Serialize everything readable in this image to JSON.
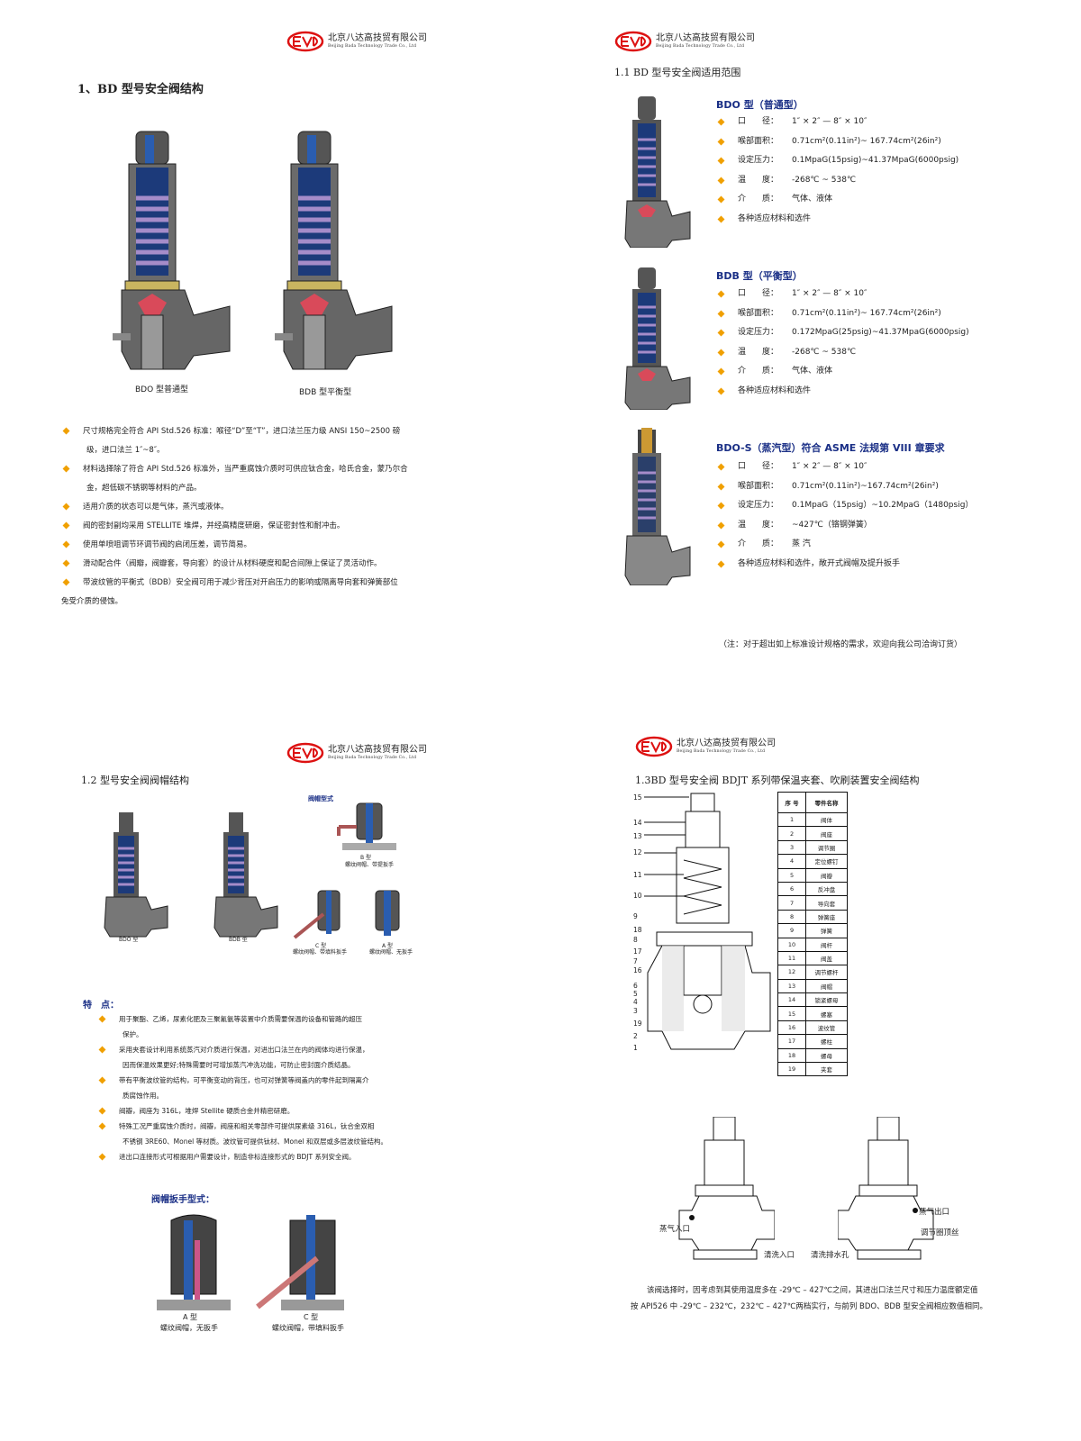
{
  "logo": {
    "cn": "北京八达高技贸有限公司",
    "en": "Beijing Bada Technology Trade Co., Ltd"
  },
  "page1": {
    "title": "1、BD 型号安全阀结构",
    "cap_bdo": "BDO 型普通型",
    "cap_bdb": "BDB 型平衡型",
    "bullets": [
      "尺寸规格完全符合 API Std.526 标准：喉径“D”至“T”，进口法兰压力级 ANSI 150~2500 磅",
      "材料选择除了符合 API Std.526 标准外，当严重腐蚀介质时可供应钛合金，哈氏合金，蒙乃尔合",
      "适用介质的状态可以是气体，蒸汽或液体。",
      "阀的密封副均采用 STELLITE 堆焊，并经高精度研磨，保证密封性和耐冲击。",
      "使用单喷咀调节环调节阀的启闭压差，调节简易。",
      "滑动配合件（阀瓣，阀瓣套，导向套）的设计从材料硬度和配合间隙上保证了灵活动作。",
      "带波纹管的平衡式（BDB）安全阀可用于减少背压对开启压力的影响或隔离导向套和弹簧部位"
    ],
    "cont1": "级，进口法兰 1″~8″。",
    "cont2": "金，超低碳不锈钢等材料的产品。",
    "cont7": "免受介质的侵蚀。"
  },
  "page2": {
    "title": "1.1 BD 型号安全阀适用范围",
    "blocks": [
      {
        "title": "BDO 型（普通型）",
        "rows": [
          {
            "label": "口　　径：",
            "value": "1″ × 2″ — 8″ × 10″"
          },
          {
            "label": "喉部面积：",
            "value": "0.71cm²(0.11in²)~ 167.74cm²(26in²)"
          },
          {
            "label": "设定压力：",
            "value": "0.1MpaG(15psig)~41.37MpaG(6000psig)"
          },
          {
            "label": "温　　度：",
            "value": "-268℃ ~ 538℃"
          },
          {
            "label": "介　　质：",
            "value": "气体、液体"
          },
          {
            "label": "",
            "value": "各种适应材料和选件"
          }
        ]
      },
      {
        "title": "BDB 型（平衡型）",
        "rows": [
          {
            "label": "口　　径：",
            "value": "1″ × 2″ — 8″ × 10″"
          },
          {
            "label": "喉部面积：",
            "value": "0.71cm²(0.11in²)~ 167.74cm²(26in²)"
          },
          {
            "label": "设定压力：",
            "value": "0.172MpaG(25psig)~41.37MpaG(6000psig)"
          },
          {
            "label": "温　　度：",
            "value": "-268℃ ~ 538℃"
          },
          {
            "label": "介　　质：",
            "value": "气体、液体"
          },
          {
            "label": "",
            "value": "各种适应材料和选件"
          }
        ]
      },
      {
        "title": "BDO-S（蒸汽型）符合 ASME 法规第 VIII 章要求",
        "rows": [
          {
            "label": "口　　径：",
            "value": "1″ × 2″ — 8″ × 10″"
          },
          {
            "label": "喉部面积：",
            "value": "0.71cm²(0.11in²)~167.74cm²(26in²)"
          },
          {
            "label": "设定压力：",
            "value": "0.1MpaG（15psig）~10.2MpaG（1480psig）"
          },
          {
            "label": "温　　度：",
            "value": "~427℃（铬钢弹簧）"
          },
          {
            "label": "介　　质：",
            "value": "蒸 汽"
          },
          {
            "label": "",
            "value": "各种适应材料和选件，敞开式阀帽及提升扳手"
          }
        ]
      }
    ],
    "note": "（注：对于超出如上标准设计规格的需求，欢迎向我公司洽询订货）"
  },
  "page3": {
    "title": "1.2 型号安全阀阀帽结构",
    "cap_type_title": "阀帽型式",
    "cap_bdo": "BDO 型",
    "cap_bdb": "BDB 型",
    "cap_b1": "B 型",
    "cap_b2": "螺纹阀帽、带提扳手",
    "cap_c1": "C 型",
    "cap_c2": "螺纹阀帽、带填料扳手",
    "cap_a1": "A 型",
    "cap_a2": "螺纹阀帽、无扳手",
    "features_title": "特　点：",
    "features": [
      "用于聚酯、乙烯，尿素化肥及三聚氰氨等装置中介质需要保温的设备和管路的超压",
      "采用夹套设计利用系统蒸汽对介质进行保温，对进出口法兰在内的阀体均进行保温，",
      "带有平衡波纹管的结构，可平衡变动的背压，也可对弹簧等阀盖内的零件起到隔离介",
      "阀瓣，阀座为 316L，堆焊 Stellite 硬质合金并精密研磨。",
      "特殊工况严重腐蚀介质时，阀瓣，阀座和相关零部件可提供尿素级 316L，钛合金双相",
      "进出口连接形式可根据用户需要设计，制造非标连接形式的 BDJT 系列安全阀。"
    ],
    "feat_cont1": "保护。",
    "feat_cont2": "因而保温效果更好;特殊需要时可增加蒸汽冲洗功能，可防止密封面介质结晶。",
    "feat_cont3": "质腐蚀作用。",
    "feat_cont5": "不锈钢 3RE60、Monel 等材质。波纹管可提供钛材、Monel 和双层或多层波纹管结构。",
    "wrench_title": "阀帽扳手型式：",
    "wrench_a1": "A 型",
    "wrench_a2": "螺纹阀帽，无扳手",
    "wrench_c1": "C 型",
    "wrench_c2": "螺纹阀帽，带填料扳手"
  },
  "page4": {
    "title": "1.3BD 型号安全阀 BDJT 系列带保温夹套、吹刷装置安全阀结构",
    "table_headers": [
      "序 号",
      "零件名称"
    ],
    "parts": [
      [
        "1",
        "阀体"
      ],
      [
        "2",
        "阀座"
      ],
      [
        "3",
        "调节圈"
      ],
      [
        "4",
        "定位螺钉"
      ],
      [
        "5",
        "阀瓣"
      ],
      [
        "6",
        "反冲盘"
      ],
      [
        "7",
        "导向套"
      ],
      [
        "8",
        "弹簧座"
      ],
      [
        "9",
        "弹簧"
      ],
      [
        "10",
        "阀杆"
      ],
      [
        "11",
        "阀盖"
      ],
      [
        "12",
        "调节螺杆"
      ],
      [
        "13",
        "阀帽"
      ],
      [
        "14",
        "锁紧螺母"
      ],
      [
        "15",
        "螺塞"
      ],
      [
        "16",
        "波纹管"
      ],
      [
        "17",
        "螺柱"
      ],
      [
        "18",
        "螺母"
      ],
      [
        "19",
        "夹套"
      ]
    ],
    "callouts": [
      "15",
      "14",
      "13",
      "12",
      "11",
      "10",
      "9",
      "18",
      "8",
      "17",
      "7",
      "16",
      "6",
      "5",
      "4",
      "3",
      "19",
      "2",
      "1"
    ],
    "label_steam_in": "蒸气入口",
    "label_wash_in": "清洗入口",
    "label_wash_drain": "清洗排水孔",
    "label_steam_out": "蒸气出口",
    "label_ring": "调节圈顶丝",
    "para1": "该阀选择时，因考虑到其使用温度多在 -29℃ – 427℃之间，其进出口法兰尺寸和压力温度额定值",
    "para2": "按 API526 中 -29℃ – 232℃，232℃ – 427℃两档实行，与前列 BDO、BDB 型安全阀相应数值相同。"
  }
}
